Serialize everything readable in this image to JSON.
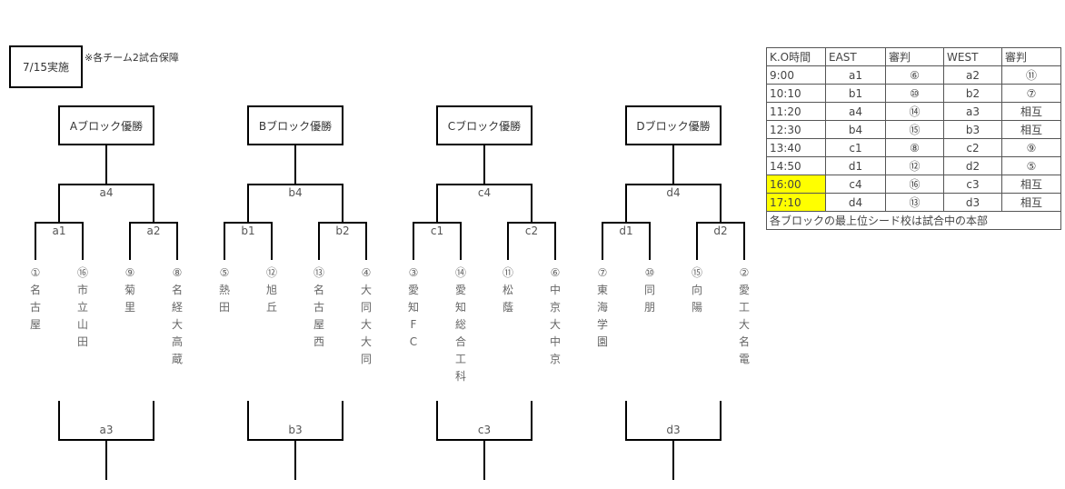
{
  "header": {
    "date_label": "7/15実施",
    "note": "※各チーム2試合保障"
  },
  "blocks": [
    {
      "winner_label": "Aブロック優勝",
      "final_match": "a4",
      "semi_left": "a1",
      "semi_right": "a2",
      "third_match": "a3",
      "teams": [
        {
          "seed": "①",
          "name": "名古屋"
        },
        {
          "seed": "⑯",
          "name": "市立山田"
        },
        {
          "seed": "⑨",
          "name": "菊里"
        },
        {
          "seed": "⑧",
          "name": "名経大高蔵"
        }
      ]
    },
    {
      "winner_label": "Bブロック優勝",
      "final_match": "b4",
      "semi_left": "b1",
      "semi_right": "b2",
      "third_match": "b3",
      "teams": [
        {
          "seed": "⑤",
          "name": "熱田"
        },
        {
          "seed": "⑫",
          "name": "旭丘"
        },
        {
          "seed": "⑬",
          "name": "名古屋西"
        },
        {
          "seed": "④",
          "name": "大同大大同"
        }
      ]
    },
    {
      "winner_label": "Cブロック優勝",
      "final_match": "c4",
      "semi_left": "c1",
      "semi_right": "c2",
      "third_match": "c3",
      "teams": [
        {
          "seed": "③",
          "name": "愛知FC"
        },
        {
          "seed": "⑭",
          "name": "愛知総合工科"
        },
        {
          "seed": "⑪",
          "name": "松蔭"
        },
        {
          "seed": "⑥",
          "name": "中京大中京"
        }
      ]
    },
    {
      "winner_label": "Dブロック優勝",
      "final_match": "d4",
      "semi_left": "d1",
      "semi_right": "d2",
      "third_match": "d3",
      "teams": [
        {
          "seed": "⑦",
          "name": "東海学園"
        },
        {
          "seed": "⑩",
          "name": "同朋"
        },
        {
          "seed": "⑮",
          "name": "向陽"
        },
        {
          "seed": "②",
          "name": "愛工大名電"
        }
      ]
    }
  ],
  "schedule": {
    "headers": [
      "K.O時間",
      "EAST",
      "審判",
      "WEST",
      "審判"
    ],
    "rows": [
      {
        "cells": [
          "9:00",
          "a1",
          "⑥",
          "a2",
          "⑪"
        ],
        "highlight": false
      },
      {
        "cells": [
          "10:10",
          "b1",
          "⑩",
          "b2",
          "⑦"
        ],
        "highlight": false
      },
      {
        "cells": [
          "11:20",
          "a4",
          "⑭",
          "a3",
          "相互"
        ],
        "highlight": false
      },
      {
        "cells": [
          "12:30",
          "b4",
          "⑮",
          "b3",
          "相互"
        ],
        "highlight": false
      },
      {
        "cells": [
          "13:40",
          "c1",
          "⑧",
          "c2",
          "⑨"
        ],
        "highlight": false
      },
      {
        "cells": [
          "14:50",
          "d1",
          "⑫",
          "d2",
          "⑤"
        ],
        "highlight": false
      },
      {
        "cells": [
          "16:00",
          "c4",
          "⑯",
          "c3",
          "相互"
        ],
        "highlight": true
      },
      {
        "cells": [
          "17:10",
          "d4",
          "⑬",
          "d3",
          "相互"
        ],
        "highlight": true
      }
    ],
    "footer": "各ブロックの最上位シード校は試合中の本部",
    "highlight_color": "#ffff00"
  }
}
